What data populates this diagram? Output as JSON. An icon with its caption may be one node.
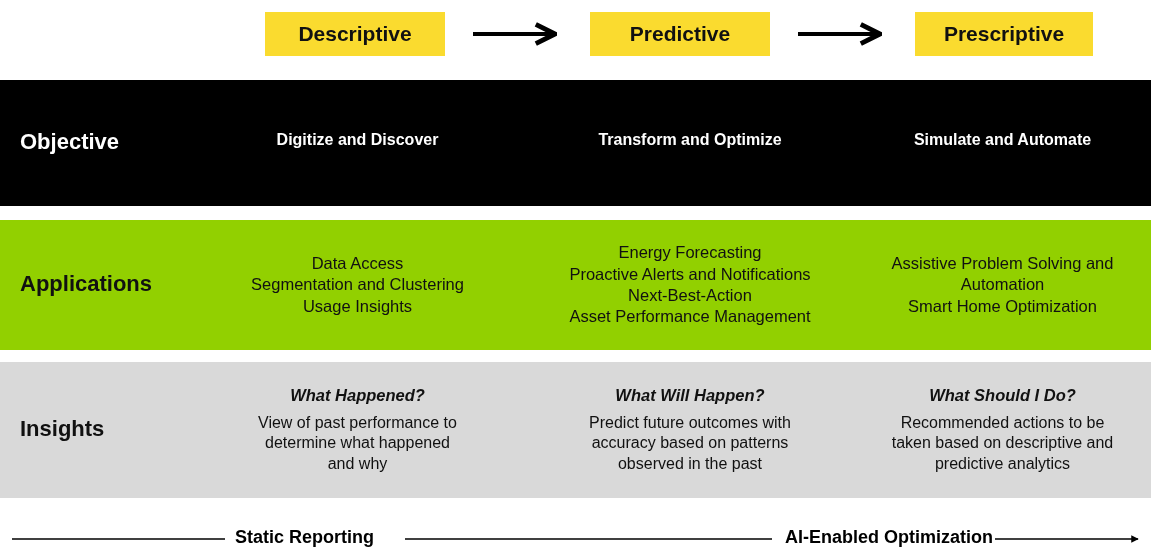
{
  "diagram": {
    "nodes": [
      {
        "text": [
          "Descriptive"
        ]
      },
      {
        "text": [
          "Predictive"
        ]
      },
      {
        "text": [
          "Prescriptive"
        ]
      },
      {
        "text": [
          "Objective"
        ]
      },
      {
        "text": [
          "Applications"
        ]
      },
      {
        "text": [
          "Insights"
        ]
      }
    ],
    "edges": [
      {
        "from": 0,
        "to": 1,
        "arrow": "to"
      },
      {
        "from": 1,
        "to": 2,
        "arrow": "to"
      }
    ],
    "labels": [
      "Digitize and Discover",
      "Transform and Optimize",
      "Simulate and Automate",
      "Data Access",
      "Segmentation and Clustering",
      "Usage Insights",
      "Energy Forecasting",
      "Proactive Alerts and Notifications",
      "Next-Best-Action",
      "Asset Performance Management",
      "Assistive Problem Solving and Automation",
      "Smart Home Optimization",
      "What Happened?",
      "View of past performance to determine what happened and why",
      "What Will Happen?",
      "Predict future outcomes with accuracy based on patterns observed in the past",
      "What Should I Do?",
      "Recommended actions to be taken based on descriptive and predictive analytics",
      "Static Reporting",
      "AI-Enabled Optimization"
    ]
  }
}
